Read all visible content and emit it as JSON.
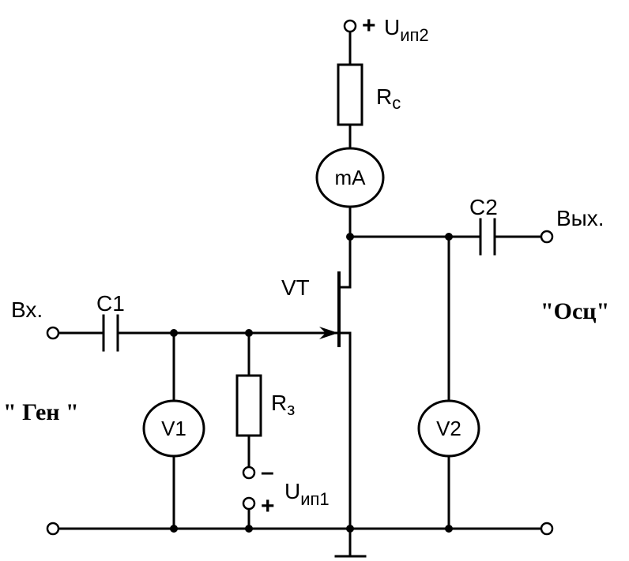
{
  "labels": {
    "supply2": {
      "sign": "+",
      "main": "U",
      "sub": "ип2"
    },
    "supply1": {
      "minus": "–",
      "plus": "+",
      "main": "U",
      "sub": "ип1"
    },
    "rc": {
      "main": "R",
      "sub": "c"
    },
    "rz": {
      "main": "R",
      "sub": "з"
    },
    "c1": "C1",
    "c2": "C2",
    "vt": "VT",
    "input": "Вх.",
    "output": "Вых.",
    "generator": "\" Ген \"",
    "oscilloscope": "\"Осц\""
  },
  "meters": {
    "ammeter": "mA",
    "v1": "V1",
    "v2": "V2"
  }
}
